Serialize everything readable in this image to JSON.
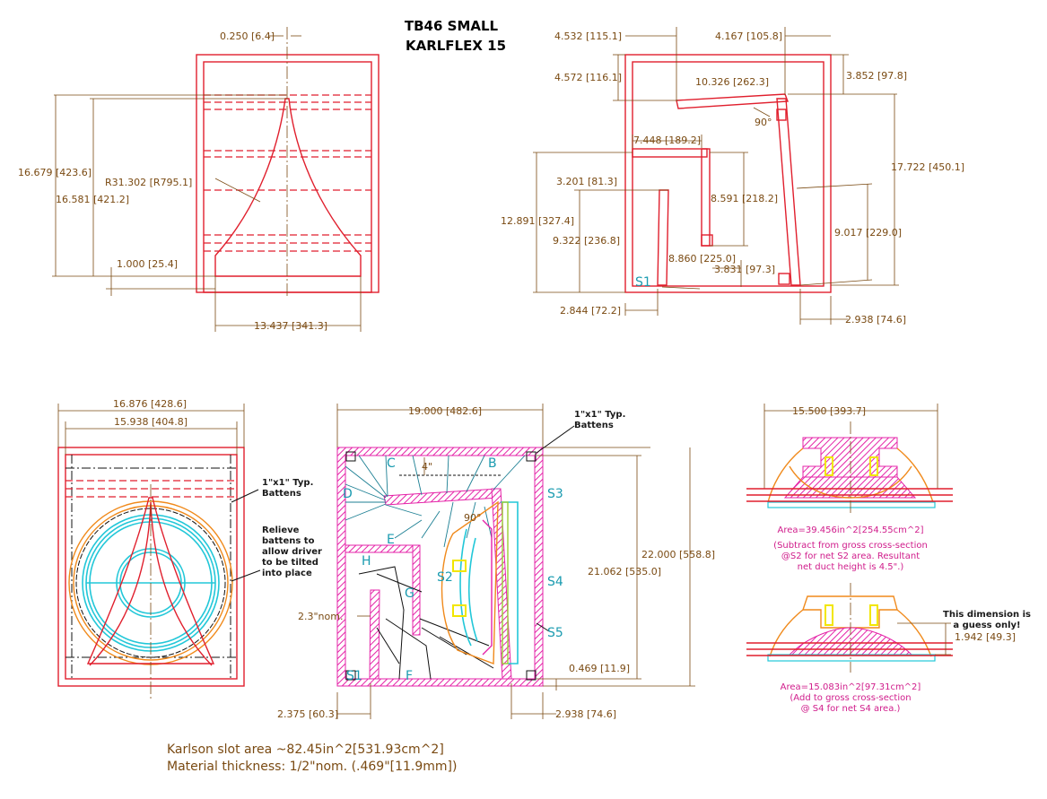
{
  "title": {
    "line1": "TB46 SMALL",
    "line2": "KARLFLEX  15"
  },
  "front_view": {
    "d1": "0.250 [6.4]",
    "d2": "16.679 [423.6]",
    "d3": "16.581 [421.2]",
    "d4": "R31.302 [R795.1]",
    "d5": "1.000 [25.4]",
    "d6": "13.437 [341.3]"
  },
  "side_view": {
    "d1": "4.532 [115.1]",
    "d2": "4.167 [105.8]",
    "d3": "4.572 [116.1]",
    "d4": "10.326 [262.3]",
    "d5": "3.852 [97.8]",
    "d6": "90°",
    "d7": "7.448 [189.2]",
    "d8": "17.722 [450.1]",
    "d9": "3.201 [81.3]",
    "d10": "8.591 [218.2]",
    "d11": "12.891 [327.4]",
    "d12": "9.322 [236.8]",
    "d13": "9.017 [229.0]",
    "d14": "8.860 [225.0]",
    "d15": "3.831 [97.3]",
    "s1": "S1",
    "d16": "2.844 [72.2]",
    "d17": "2.938 [74.6]"
  },
  "baffle_view": {
    "d1": "16.876 [428.6]",
    "d2": "15.938 [404.8]",
    "batten_note": [
      "1\"x1\" Typ.",
      "Battens"
    ],
    "relieve_note": [
      "Relieve",
      "battens to",
      "allow driver",
      "to be tilted",
      "into place"
    ]
  },
  "section_view": {
    "d1": "19.000 [482.6]",
    "batten_note": [
      "1\"x1\" Typ.",
      "Battens"
    ],
    "letters": [
      "C",
      "B",
      "D",
      "E",
      "H",
      "G",
      "F",
      "S1",
      "S2",
      "S3",
      "S4",
      "S5"
    ],
    "angle": "90°",
    "quote": "4\"",
    "d2": "22.000 [558.8]",
    "d3": "21.062 [535.0]",
    "d4": "2.3\"nom.",
    "d5": "0.469 [11.9]",
    "d6": "2.375 [60.3]",
    "d7": "2.938 [74.6]"
  },
  "driver_view": {
    "d1": "15.500 [393.7]",
    "area1": [
      "Area=39.456in^2[254.55cm^2]",
      "(Subtract from gross cross-section",
      "@S2 for net S2 area.  Resultant",
      "net duct height is 4.5\".)"
    ],
    "guess_note": [
      "This dimension is",
      "a guess only!"
    ],
    "d2": "1.942 [49.3]",
    "area2": [
      "Area=15.083in^2[97.31cm^2]",
      "(Add to gross cross-section",
      "@ S4 for net S4 area.)"
    ]
  },
  "notes": [
    "Karlson slot area ~82.45in^2[531.93cm^2]",
    "Material thickness: 1/2\"nom. (.469\"[11.9mm])"
  ]
}
